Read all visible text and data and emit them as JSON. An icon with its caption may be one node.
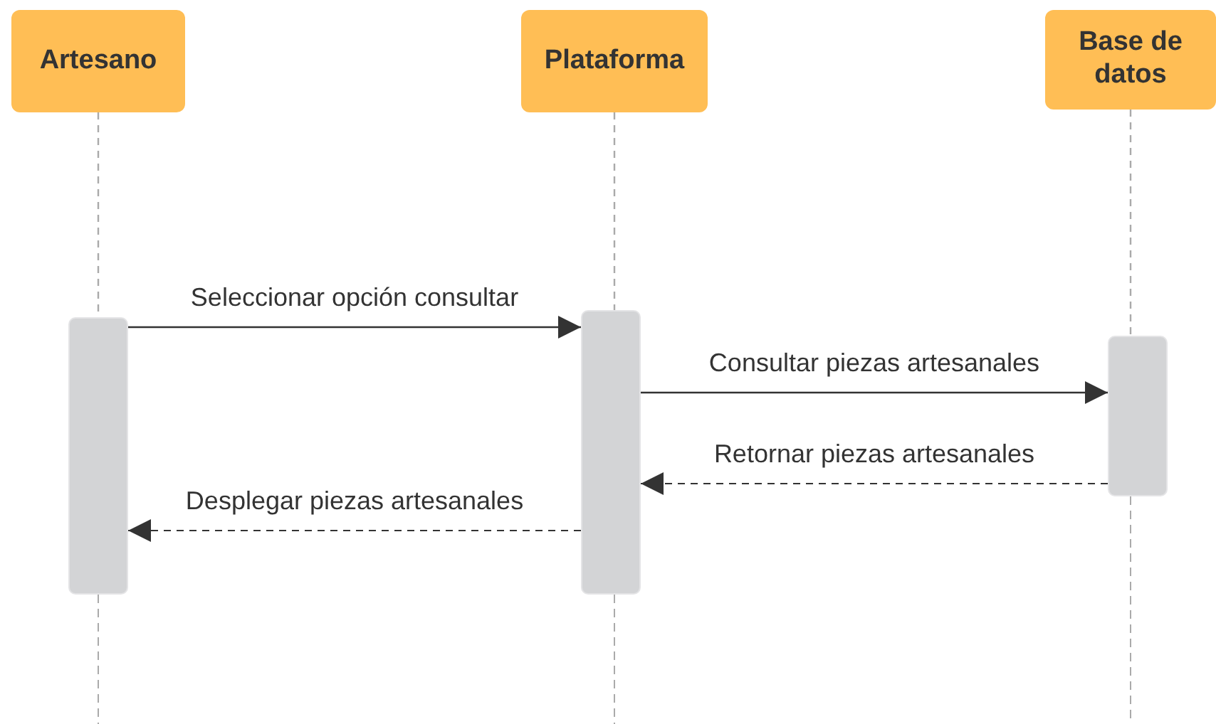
{
  "diagram": {
    "nodes": [
      {
        "text": [
          "Artesano"
        ]
      },
      {
        "text": [
          "Plataforma"
        ]
      },
      {
        "text": [
          "Base de datos"
        ]
      },
      {
        "text": [],
        "shape": "bar"
      },
      {
        "text": [],
        "shape": "bar"
      },
      {
        "text": [],
        "shape": "bar"
      }
    ],
    "edges": [
      {
        "from": 0,
        "to": 3,
        "arrow": "none",
        "style": "dashed",
        "color": "#aaaaaa"
      },
      {
        "from": 1,
        "to": 4,
        "arrow": "none",
        "style": "dashed",
        "color": "#aaaaaa"
      },
      {
        "from": 2,
        "to": 5,
        "arrow": "none",
        "style": "dashed",
        "color": "#aaaaaa"
      },
      {
        "from": 3,
        "to": 4,
        "arrow": "to",
        "label": "Seleccionar opción consultar"
      },
      {
        "from": 4,
        "to": 5,
        "arrow": "to",
        "label": "Consultar piezas artesanales"
      },
      {
        "from": 5,
        "to": 4,
        "arrow": "to",
        "label": "Retornar piezas artesanales",
        "style": "dashed"
      },
      {
        "from": 4,
        "to": 3,
        "arrow": "to",
        "label": "Desplegar piezas artesanales",
        "style": "dashed"
      }
    ]
  }
}
